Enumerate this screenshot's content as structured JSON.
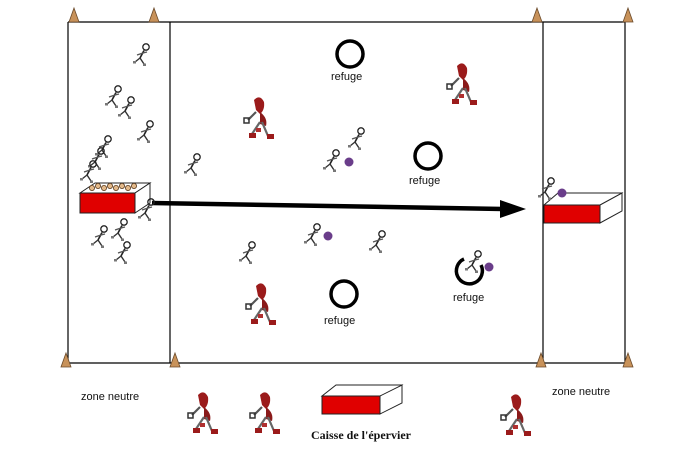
{
  "labels": {
    "refuge": "refuge",
    "zone_neutre": "zone neutre",
    "caisse": "Caisse de l'épervier"
  },
  "icons": {
    "cone": "cone-icon",
    "runner": "running-child-icon",
    "chaser": "epervier-chaser-icon",
    "ball": "ball-icon",
    "box": "caisse-box-icon",
    "refuge": "refuge-circle-icon"
  },
  "colors": {
    "box": "#e00000",
    "chaser": "#9b1b1b",
    "ball": "#6a3d8a",
    "cone": "#c8925a",
    "arrow": "#000000"
  }
}
